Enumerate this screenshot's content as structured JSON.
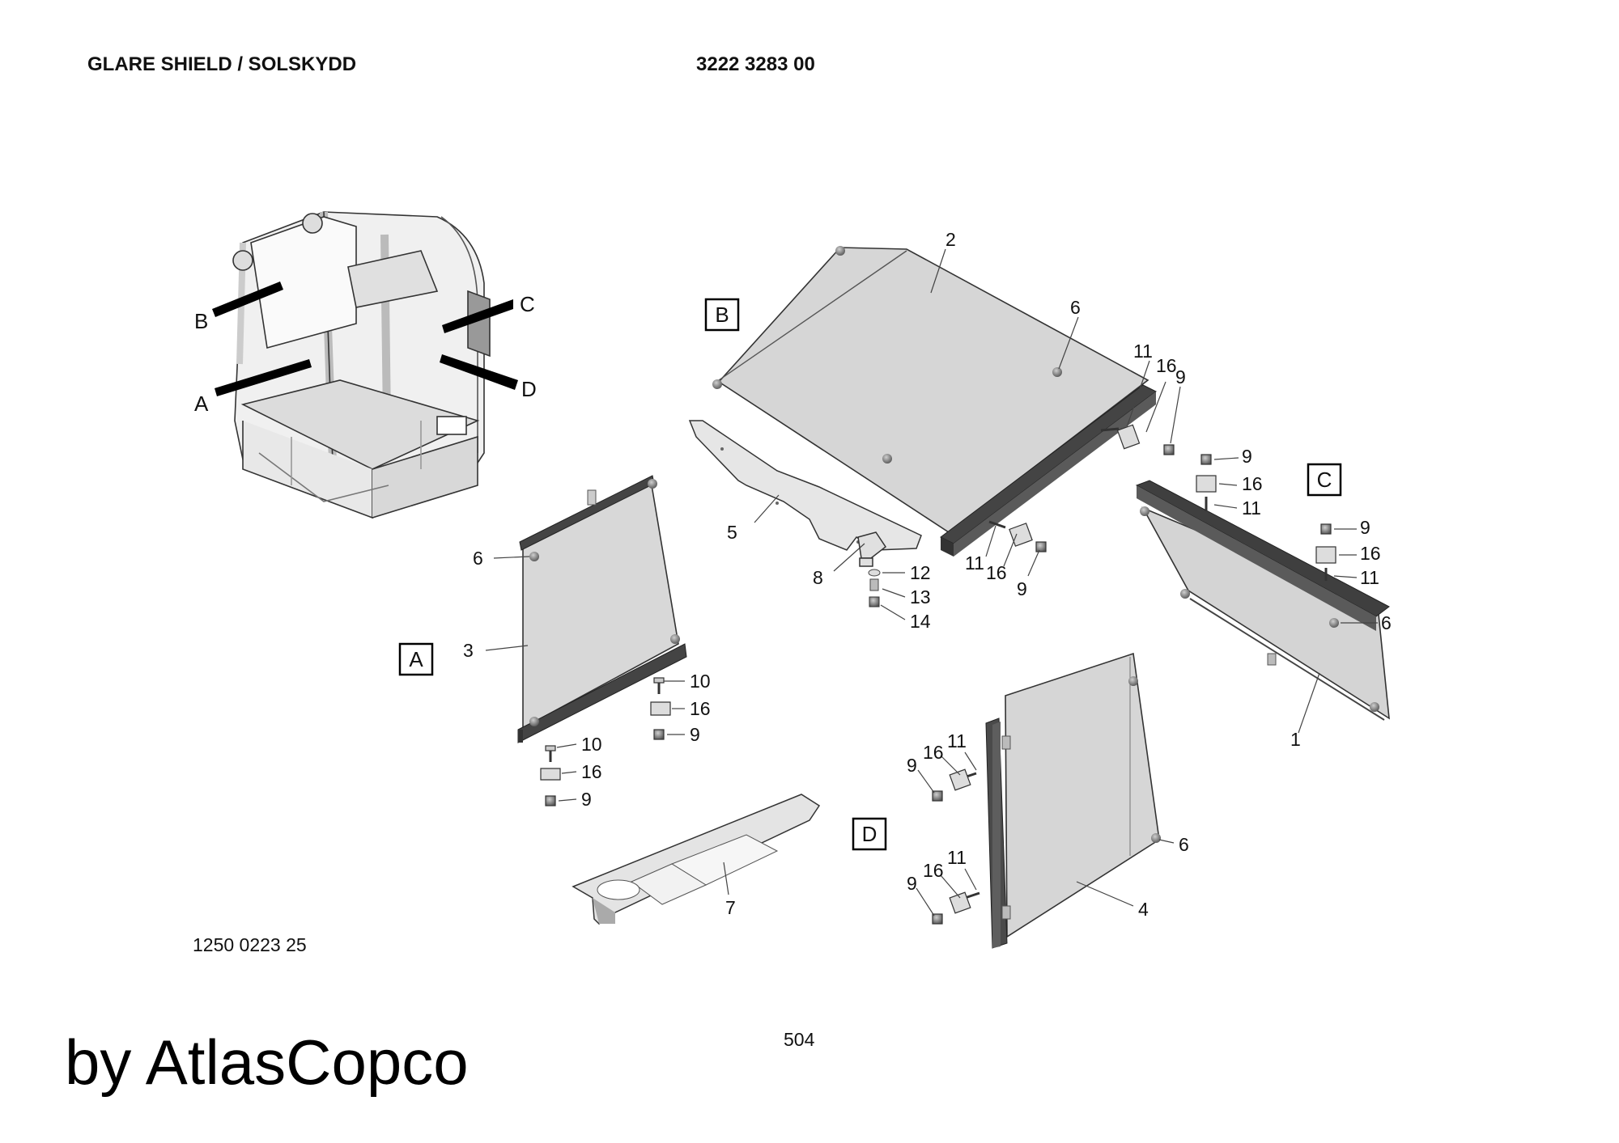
{
  "header": {
    "title": "GLARE SHIELD / SOLSKYDD",
    "part_number": "3222 3283 00"
  },
  "footer": {
    "drawing_number": "1250 0223 25",
    "page_number": "504",
    "brand": "by AtlasCopco"
  },
  "overview_callouts": [
    "A",
    "B",
    "C",
    "D"
  ],
  "views": [
    "A",
    "B",
    "C",
    "D"
  ],
  "item_numbers": {
    "view_B": [
      "2",
      "6",
      "5",
      "8",
      "12",
      "13",
      "14",
      "11",
      "16",
      "9",
      "11",
      "16",
      "9"
    ],
    "view_C": [
      "9",
      "16",
      "11",
      "9",
      "16",
      "11",
      "6",
      "1"
    ],
    "view_A": [
      "6",
      "3",
      "10",
      "16",
      "9",
      "10",
      "16",
      "9"
    ],
    "view_D": [
      "7",
      "11",
      "16",
      "9",
      "11",
      "16",
      "9",
      "6",
      "4"
    ]
  }
}
